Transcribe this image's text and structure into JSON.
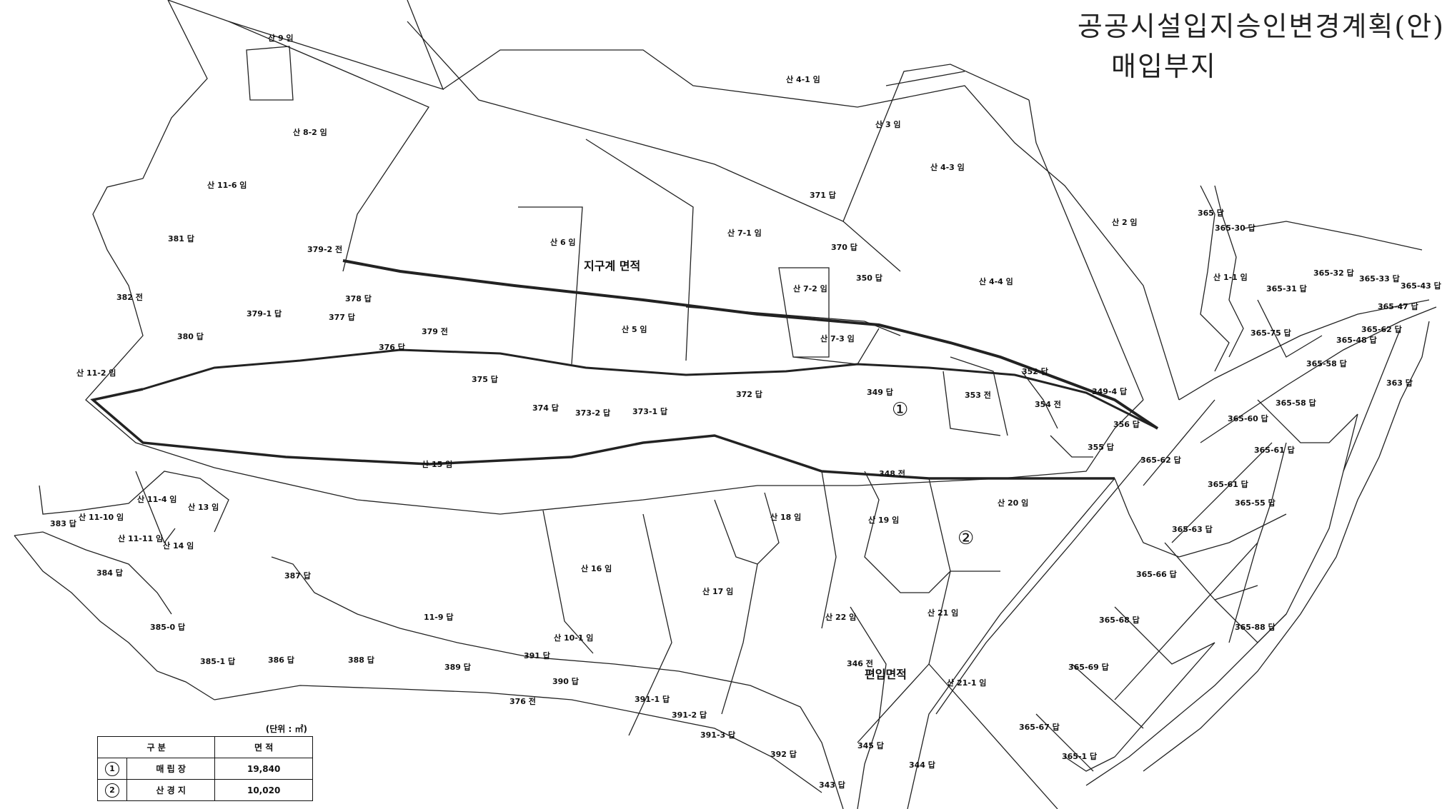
{
  "title": {
    "line1": "공공시설입지승인변경계획(안)",
    "line2": "매입부지"
  },
  "annotations": {
    "district_area": "지구계 면적",
    "incorporated_area": "편입면적",
    "area1": "①",
    "area2": "②"
  },
  "legend": {
    "unit": "(단위 : ㎡)",
    "header_category": "구 분",
    "header_area": "면 적",
    "rows": [
      {
        "num": "1",
        "name": "매 립 장",
        "area": "19,840"
      },
      {
        "num": "2",
        "name": "산 경 지",
        "area": "10,020"
      }
    ]
  },
  "parcels": [
    {
      "id": "p1",
      "label": "산 9 임"
    },
    {
      "id": "p2",
      "label": "산 8-2 임"
    },
    {
      "id": "p3",
      "label": "산 11-6 임"
    },
    {
      "id": "p4",
      "label": "381 답"
    },
    {
      "id": "p5",
      "label": "379-2 전"
    },
    {
      "id": "p6",
      "label": "382 전"
    },
    {
      "id": "p7",
      "label": "380 답"
    },
    {
      "id": "p8",
      "label": "379-1 답"
    },
    {
      "id": "p9",
      "label": "378 답"
    },
    {
      "id": "p10",
      "label": "377 답"
    },
    {
      "id": "p11",
      "label": "376 답"
    },
    {
      "id": "p12",
      "label": "379 전"
    },
    {
      "id": "p13",
      "label": "산 11-2 임"
    },
    {
      "id": "p14",
      "label": "375 답"
    },
    {
      "id": "p15",
      "label": "374 답"
    },
    {
      "id": "p16",
      "label": "373-2 답"
    },
    {
      "id": "p17",
      "label": "373-1 답"
    },
    {
      "id": "p18",
      "label": "산 6 임"
    },
    {
      "id": "p19",
      "label": "산 5 임"
    },
    {
      "id": "p20",
      "label": "산 7-1 임"
    },
    {
      "id": "p21",
      "label": "산 7-2 임"
    },
    {
      "id": "p22",
      "label": "산 7-3 임"
    },
    {
      "id": "p23",
      "label": "372 답"
    },
    {
      "id": "p24",
      "label": "371 답"
    },
    {
      "id": "p25",
      "label": "산 4-1 임"
    },
    {
      "id": "p26",
      "label": "산 3 임"
    },
    {
      "id": "p27",
      "label": "산 4-3 임"
    },
    {
      "id": "p28",
      "label": "370 답"
    },
    {
      "id": "p29",
      "label": "350 답"
    },
    {
      "id": "p30",
      "label": "산 4-4 임"
    },
    {
      "id": "p31",
      "label": "산 2 임"
    },
    {
      "id": "p32",
      "label": "349 답"
    },
    {
      "id": "p33",
      "label": "353 전"
    },
    {
      "id": "p34",
      "label": "352 답"
    },
    {
      "id": "p35",
      "label": "354 전"
    },
    {
      "id": "p36",
      "label": "356 답"
    },
    {
      "id": "p37",
      "label": "355 답"
    },
    {
      "id": "p38",
      "label": "349-4 답"
    },
    {
      "id": "p39",
      "label": "산 15 임"
    },
    {
      "id": "p40",
      "label": "산 11-4 임"
    },
    {
      "id": "p41",
      "label": "산 13 임"
    },
    {
      "id": "p42",
      "label": "산 11-10 임"
    },
    {
      "id": "p43",
      "label": "383 답"
    },
    {
      "id": "p44",
      "label": "산 11-11 임"
    },
    {
      "id": "p45",
      "label": "산 14 임"
    },
    {
      "id": "p46",
      "label": "384 답"
    },
    {
      "id": "p47",
      "label": "387 답"
    },
    {
      "id": "p48",
      "label": "385-0 답"
    },
    {
      "id": "p49",
      "label": "385-1 답"
    },
    {
      "id": "p50",
      "label": "386 답"
    },
    {
      "id": "p51",
      "label": "388 답"
    },
    {
      "id": "p52",
      "label": "389 답"
    },
    {
      "id": "p53",
      "label": "11-9 답"
    },
    {
      "id": "p54",
      "label": "산 16 임"
    },
    {
      "id": "p55",
      "label": "산 17 임"
    },
    {
      "id": "p56",
      "label": "산 18 임"
    },
    {
      "id": "p57",
      "label": "산 10-1 임"
    },
    {
      "id": "p58",
      "label": "391 답"
    },
    {
      "id": "p59",
      "label": "390 답"
    },
    {
      "id": "p60",
      "label": "376 전"
    },
    {
      "id": "p61",
      "label": "391-1 답"
    },
    {
      "id": "p62",
      "label": "391-2 답"
    },
    {
      "id": "p63",
      "label": "391-3 답"
    },
    {
      "id": "p64",
      "label": "392 답"
    },
    {
      "id": "p65",
      "label": "343 답"
    },
    {
      "id": "p66",
      "label": "348 전"
    },
    {
      "id": "p67",
      "label": "산 19 임"
    },
    {
      "id": "p68",
      "label": "산 20 임"
    },
    {
      "id": "p69",
      "label": "산 22 임"
    },
    {
      "id": "p70",
      "label": "산 21 임"
    },
    {
      "id": "p71",
      "label": "346 전"
    },
    {
      "id": "p72",
      "label": "산 21-1 임"
    },
    {
      "id": "p73",
      "label": "345 답"
    },
    {
      "id": "p74",
      "label": "344 답"
    },
    {
      "id": "p75",
      "label": "365-67 답"
    },
    {
      "id": "p76",
      "label": "365-69 답"
    },
    {
      "id": "p77",
      "label": "365-68 답"
    },
    {
      "id": "p78",
      "label": "365-66 답"
    },
    {
      "id": "p79",
      "label": "365-63 답"
    },
    {
      "id": "p80",
      "label": "365-61 답"
    },
    {
      "id": "p81",
      "label": "365-62 답"
    },
    {
      "id": "p82",
      "label": "365-60 답"
    },
    {
      "id": "p83",
      "label": "365-61 답"
    },
    {
      "id": "p84",
      "label": "365-58 답"
    },
    {
      "id": "p85",
      "label": "365-58 답"
    },
    {
      "id": "p86",
      "label": "365-48 답"
    },
    {
      "id": "p87",
      "label": "365-75 답"
    },
    {
      "id": "p88",
      "label": "365-31 답"
    },
    {
      "id": "p89",
      "label": "365-32 답"
    },
    {
      "id": "p90",
      "label": "365-33 답"
    },
    {
      "id": "p91",
      "label": "365-43 답"
    },
    {
      "id": "p92",
      "label": "365-47 답"
    },
    {
      "id": "p93",
      "label": "365-62 답"
    },
    {
      "id": "p94",
      "label": "365-30 답"
    },
    {
      "id": "p95",
      "label": "365 답"
    },
    {
      "id": "p96",
      "label": "산 1-1 임"
    },
    {
      "id": "p97",
      "label": "365-55 답"
    },
    {
      "id": "p98",
      "label": "365-88 답"
    },
    {
      "id": "p99",
      "label": "365-1 답"
    },
    {
      "id": "p100",
      "label": "363 답"
    }
  ]
}
